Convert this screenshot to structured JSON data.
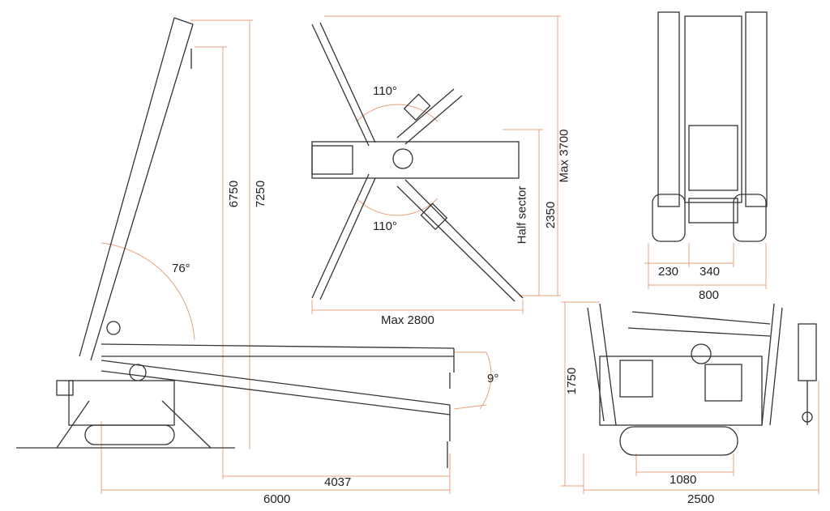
{
  "colors": {
    "dimension": "#e8a080",
    "drawing": "#333333"
  },
  "side_view": {
    "height_hook": "6750",
    "height_tip": "7250",
    "boom_angle": "76°",
    "jib_angle": "9°",
    "radius_jib": "4037",
    "radius_total": "6000"
  },
  "top_view": {
    "angle_top": "110°",
    "angle_bottom": "110°",
    "half_sector_label": "Half sector",
    "half_sector_value": "2350",
    "max_depth": "Max 3700",
    "max_width": "Max 2800"
  },
  "front_view": {
    "track_width": "230",
    "track_gap": "340",
    "overall_width": "800"
  },
  "transport_view": {
    "height": "1750",
    "track_length": "1080",
    "overall_length": "2500"
  }
}
